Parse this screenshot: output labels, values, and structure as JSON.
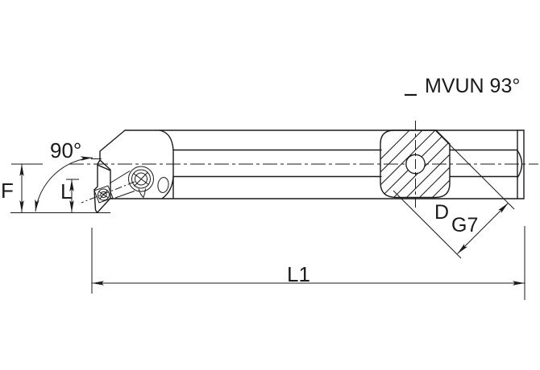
{
  "drawing": {
    "designation": "MVUN 93°",
    "labels": {
      "lead_angle": "90°",
      "dim_f": "F",
      "dim_l": "L",
      "dim_l1": "L1",
      "dim_d": "D",
      "tolerance": "G7"
    },
    "colors": {
      "line": "#1a1a1a",
      "background": "#ffffff"
    }
  }
}
